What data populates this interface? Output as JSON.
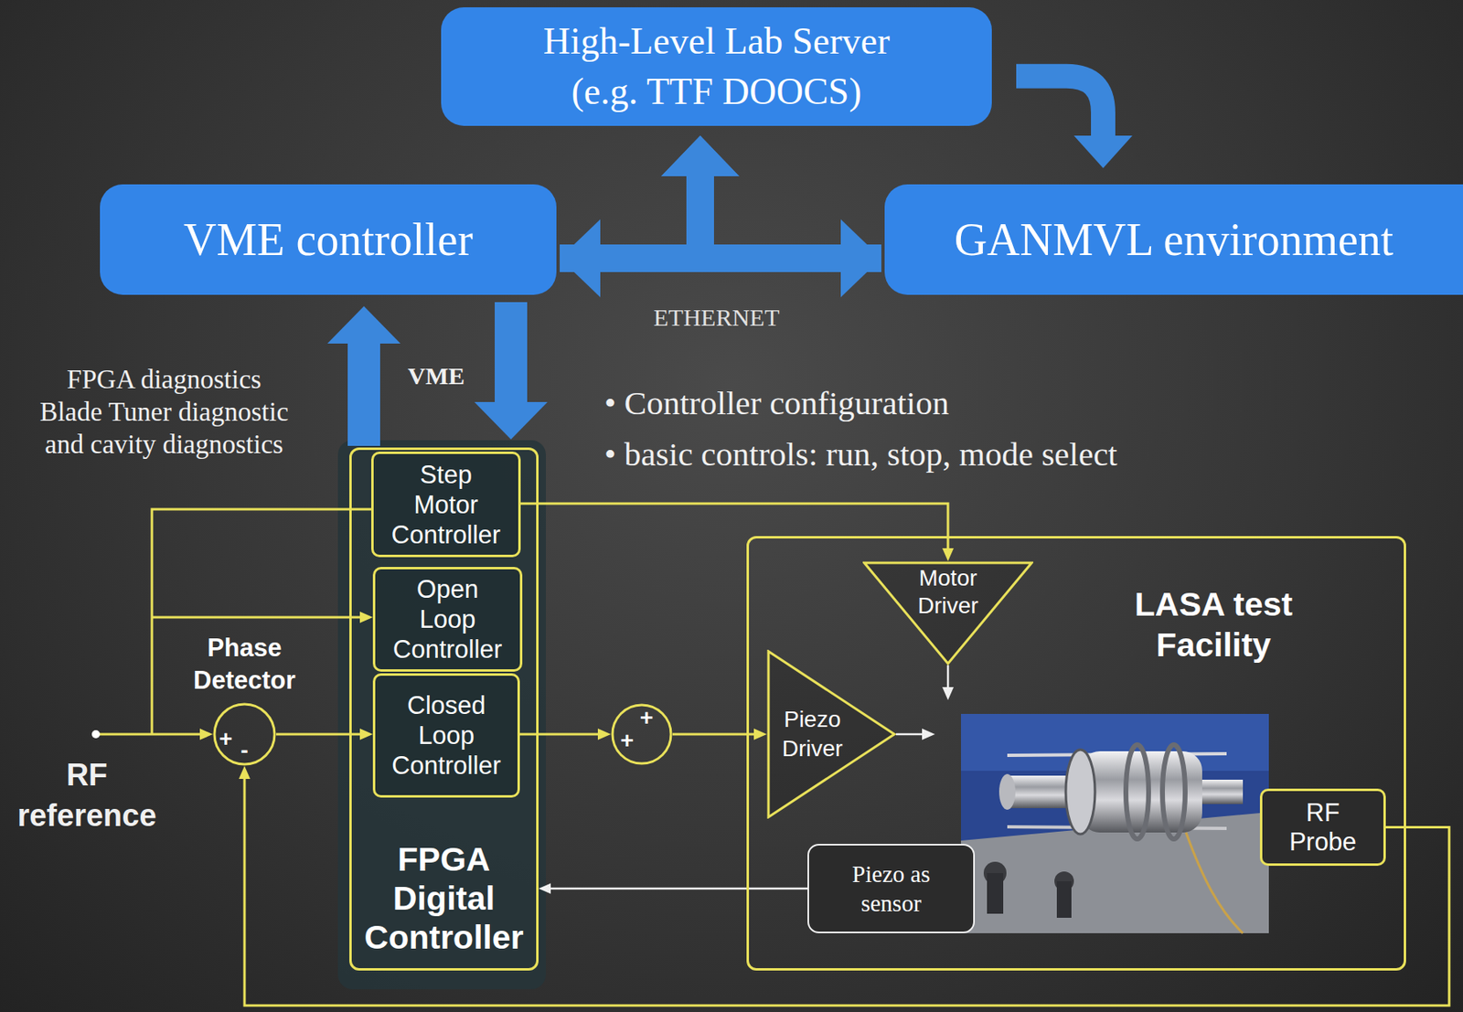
{
  "diagram": {
    "nodes": [
      {
        "text": [
          "High-Level Lab Server (e.g. TTF DOOCS)"
        ]
      },
      {
        "text": [
          "VME controller"
        ]
      },
      {
        "text": [
          "GANMVL environment"
        ]
      },
      {
        "text": [
          "FPGA Digital Controller"
        ]
      },
      {
        "text": [
          "Step Motor Controller"
        ],
        "in": 3
      },
      {
        "text": [
          "Open Loop Controller"
        ],
        "in": 3
      },
      {
        "text": [
          "Closed Loop Controller"
        ],
        "in": 3
      },
      {
        "text": [
          "Phase Detector",
          "+",
          "-"
        ]
      },
      {
        "text": [
          "+",
          "+"
        ]
      },
      {
        "text": [
          "LASA test Facility"
        ]
      },
      {
        "text": [
          "Motor Driver"
        ],
        "in": 9
      },
      {
        "text": [
          "Piezo Driver"
        ],
        "in": 9
      },
      {
        "text": [
          "Piezo as sensor"
        ],
        "in": 9
      },
      {
        "text": [
          "RF Probe"
        ],
        "in": 9
      }
    ],
    "edges": [
      {
        "from": 1,
        "to": 2,
        "arrow": "both"
      },
      {
        "from": 1,
        "to": 0,
        "arrow": "to"
      },
      {
        "from": 2,
        "to": 0,
        "arrow": "to"
      },
      {
        "from": 0,
        "to": 2,
        "arrow": "to"
      },
      {
        "from": 3,
        "to": 1,
        "arrow": "to"
      },
      {
        "from": 1,
        "to": 3,
        "arrow": "to"
      },
      {
        "from": 4,
        "to": 10,
        "arrow": "to"
      },
      {
        "from": 7,
        "to": 6,
        "arrow": "to"
      },
      {
        "from": 6,
        "to": 8,
        "arrow": "to"
      },
      {
        "from": 8,
        "to": 11,
        "arrow": "to"
      },
      {
        "from": 12,
        "to": 3,
        "arrow": "to"
      },
      {
        "from": 13,
        "to": 7,
        "arrow": "to"
      }
    ],
    "labels": [
      "FPGA diagnostics Blade Tuner diagnostic and cavity diagnostics",
      "VME",
      "ETHERNET",
      "• Controller configuration",
      "• basic controls: run, stop, mode select",
      "RF reference"
    ]
  }
}
